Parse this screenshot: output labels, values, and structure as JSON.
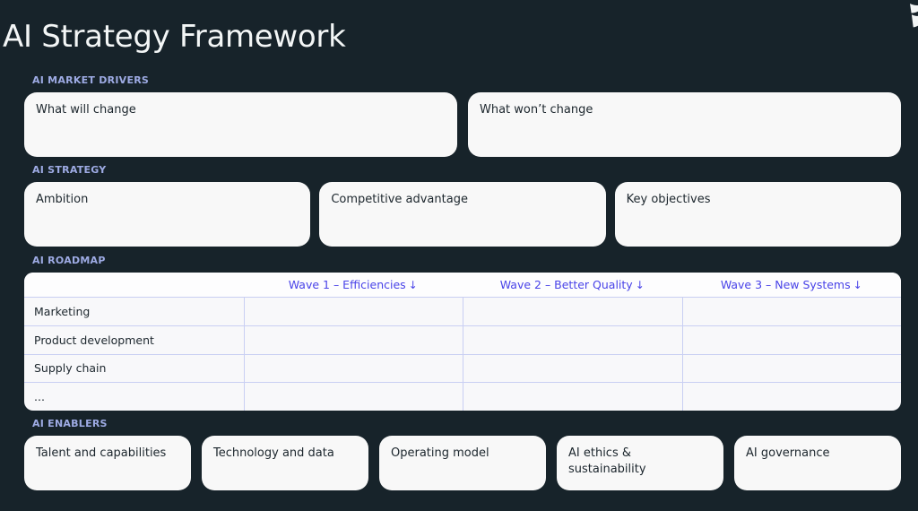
{
  "title": "AI Strategy Framework",
  "colors": {
    "background": "#17232A",
    "card_bg": "#F8F8F8",
    "section_label": "#9EABE4",
    "accent": "#4943E8",
    "table_border": "#C9CFF3",
    "card_text": "#1C262D",
    "title_color": "#F3F6F6"
  },
  "brand": {
    "logo_icon": "brand-mark"
  },
  "sections": {
    "market_drivers": {
      "label": "AI MARKET DRIVERS",
      "cards": [
        {
          "label": "What will change"
        },
        {
          "label": "What won’t change"
        }
      ]
    },
    "strategy": {
      "label": "AI STRATEGY",
      "cards": [
        {
          "label": "Ambition"
        },
        {
          "label": "Competitive advantage"
        },
        {
          "label": "Key objectives"
        }
      ]
    },
    "roadmap": {
      "label": "AI ROADMAP",
      "columns": [
        {
          "label": "Wave 1 – Efficiencies",
          "arrow": "↓"
        },
        {
          "label": "Wave 2 – Better Quality",
          "arrow": "↓"
        },
        {
          "label": "Wave 3 – New Systems",
          "arrow": "↓"
        }
      ],
      "rows": [
        {
          "label": "Marketing"
        },
        {
          "label": "Product development"
        },
        {
          "label": "Supply chain"
        },
        {
          "label": "..."
        }
      ]
    },
    "enablers": {
      "label": "AI ENABLERS",
      "cards": [
        {
          "label": "Talent and capabilities"
        },
        {
          "label": "Technology and data"
        },
        {
          "label": "Operating model"
        },
        {
          "label": "AI ethics & sustainability"
        },
        {
          "label": "AI governance"
        }
      ]
    }
  }
}
